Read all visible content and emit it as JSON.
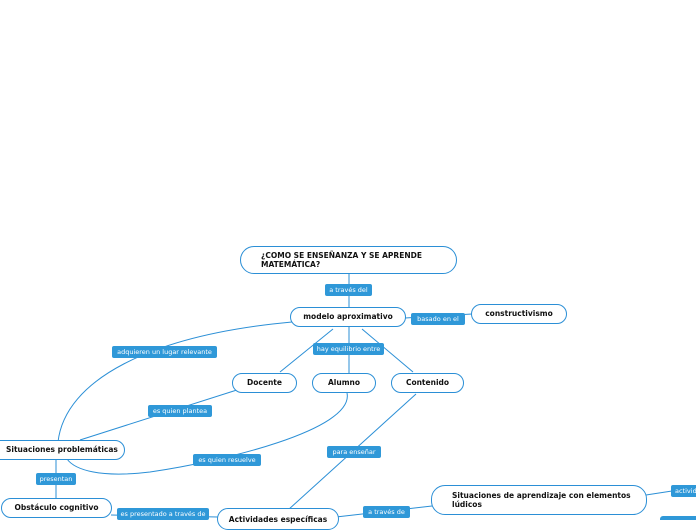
{
  "nodes": {
    "title": "¿COMO SE ENSEÑANZA Y SE APRENDE MATEMÁTICA?",
    "modelo": "modelo aproximativo",
    "constructivismo": "constructivismo",
    "docente": "Docente",
    "alumno": "Alumno",
    "contenido": "Contenido",
    "situaciones_problematicas": "Situaciones problemáticas",
    "obstaculo": "Obstáculo cognitivo",
    "actividades": "Actividades específicas",
    "situaciones_ludicos": "Situaciones de aprendizaje con elementos lúdicos"
  },
  "labels": {
    "a_traves_del": "a través del",
    "basado_en_el": "basado en el",
    "hay_equilibrio": "hay equilibrio entre",
    "adquieren": "adquieren un lugar relevante",
    "es_quien_plantea": "es quien plantea",
    "es_quien_resuelve": "es quien resuelve",
    "para_ensenar": "para enseñar",
    "presentan": "presentan",
    "es_presentado": "es presentado a través de",
    "a_traves_de": "a través de",
    "activid": "activid"
  },
  "colors": {
    "border": "#2b8fd6",
    "label_bg": "#2f98d8",
    "label_text": "#ffffff",
    "node_text": "#111111"
  }
}
